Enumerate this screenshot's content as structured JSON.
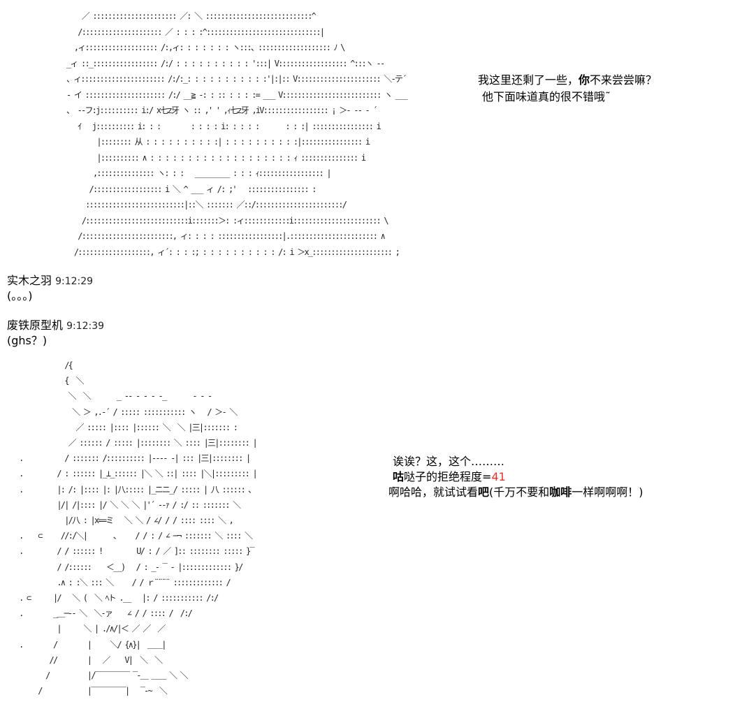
{
  "art_top": [
    "    ／ :::::::::::::::::::::: ／: ＼ ::::::::::::::::::::::::::::^",
    "   /::::::::::::::::::::: ／ : : : :^::::::::::::::::::::::::::::::|",
    "  ,ィ::::::::::::::::::: /:,ィ: : : : : : : ヽ:::、::::::::::::::::::: ﾉ \\",
    "_ィ ::_::::::::::::::::: /:/ : : : : : : : : : : ':::| V:::::::::::::::::: ^:::ヽ ‐-",
    "、ィ:::::::::::::::::::::: /:/:_: : : : : : : : : : :'|:|:: V:::::::::::::::::::::: ＼‐テ´",
    "‐ イ ::::::::::::::::::::: /:/ __≧ ‐: : :: : : : := ___ V:::::::::::::::::::::::::: ヽ ___",
    "、 ‐‐フ:j:::::::::: i:/ x七z牙 ヽ :: ,' ' ,ｨ七z牙 ,iV::::::::::::::::: ¡ ＞- ‐‐ ‐ ´",
    "   ｲ   j:::::::::: i: : :        : : : : i: : : : :       : : :| :::::::::::::::: i",
    "        |:::::::: 从 : : : : : : : : : :| : : : : : : : : : :|:::::::::::::::: i",
    "        |:::::::::: ∧ : : : : : : : : : : : : : : : : : : : ｨ ::::::::::::::: i",
    "       ,::::::::::::::: ヽ: : :   _________ : : : ｨ::::::::::::::::: |",
    "      /:::::::::::::::::: i ＼ ^ ___ ィ /: ;'   :::::::::::::::: :",
    "     ::::::::::::::::::::::::::|::＼ ::::::: ／::/:::::::::::::::::::::::/",
    "    /:::::::::::::::::::::::::::i:::::::＞: :ィ::::::::::::i::::::::::::::::::::::: \\",
    "   /::::::::::::::::::::::::, ィ: : : : :::::::::::::::::|.::::::::::::::::::::::: ∧",
    "  /:::::::::::::::::::, ィ´: : : :; : : : : : : : : : : /: i ＞x_::::::::::::::::::::: ;"
  ],
  "top_speech": {
    "line1": "我这里还剩了一些，",
    "line1_bold": "你",
    "line1_end": "不来尝尝嘛？",
    "line2": "他下面味道真的很不错哦˜"
  },
  "chat": [
    {
      "name": "实木之羽",
      "time": "9:12:29",
      "message": "(。。。)"
    },
    {
      "name": "废铁原型机",
      "time": "9:12:39",
      "message": "(ghs？)"
    }
  ],
  "art_bottom": [
    "                 /{",
    "                 {  ＼",
    "                  ＼  ＼       _ -‐ ‐ ‐ ‐ -_       ‐ ‐ -",
    "                   ＼ ＞ ,.‐´ / ::::: ::::::::::: ヽ   / ＞‐ ＼",
    "                    ／ ::::: |:::: |:::::: ＼  ＼ |三|::::::: :",
    "                  ／ :::::: / ::::: |:::::::: ＼ :::: |三|:::::::: |",
    "     .           / ::::::: /:::::::::: |‐‐-‐ ‐| ::: |三|:::::::: |",
    "     .         / : :::::: |_⊥_:::::: |＼ ＼ ::| :::: |＼|::::::::: |",
    "     .         |: /: |:::: |: |八::::: |_ニニ_/ ::::: | 八 :::::: ､",
    "               |/| /|:::: |/ ＼ ＼ ＼ |'´ ‐‐ｧ / :/ :: ::::::: ＼",
    "                 |/八 : |x==ミ   ＼ ＼ / ∠/ / / :::: :::: ＼ ,",
    "     .    ⊂     //:/＼|       ､     / / : / ∠ ─¬ ::::::: ＼ :::: ＼",
    "     .         / / :::::: !         U/ : / ／ ]:: :::::::: ::::: }‾",
    "               / /::::::    ＜__)   / : _‐ ‾ ‐ |::::::::::::: }/",
    "               .∧ : :＼ ::: ＼     / / ｒ¨¨¨¨ ::::::::::::: /",
    "     . ⊂      |/   ＼ (  ＼ ﾍト .__   |: / ::::::::::: /:/",
    "     .        _＿─‐‐ ＼  ＼‐ァ    ∠ / / :::: /  /:/",
    "               |      ＼ | ./∧/|＜ ／ ／  ／",
    "     .        /        |     ＼/ {∧}|  ＿＿|",
    "             //        |   ／    V|  ＼  ＼",
    "            /          |/‾‾‾‾‾‾‾‾‾ ‾‐＿ ＿＿ ＼ ＼",
    "          /            |‾‾‾‾‾‾‾‾‾|   ‾‐~  ＼"
  ],
  "bottom_speech": {
    "line1": "诶诶？这，这个………",
    "line2_bold": "咕",
    "line2_mid": "哒子的拒绝程度=",
    "line2_value": "41",
    "line3_start": "啊哈哈，就试试看",
    "line3_bold1": "吧",
    "line3_mid": "(千万不要和",
    "line3_bold2": "咖啡",
    "line3_end": "一样啊啊啊！)"
  },
  "colors": {
    "highlight": "#e8312b",
    "text": "#000000",
    "art": "#222222"
  }
}
